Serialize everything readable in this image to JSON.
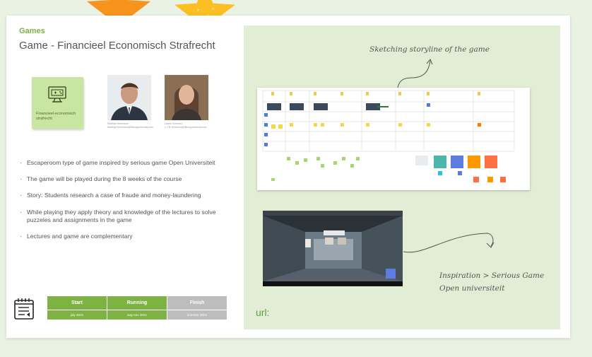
{
  "slide": {
    "section": "Games",
    "title": "Game - Financieel Economisch Strafrecht"
  },
  "sticky_note": {
    "text": "Financieel-economisch strafrecht",
    "icon": "computer-game-icon"
  },
  "people": [
    {
      "name": "Matthijs Nelemans",
      "email": "Matthijs.Nelemans@tilburguniversity.edu"
    },
    {
      "name": "Laurie Schreurs",
      "email": "L.J.M.Schreurs@tilburguniversity.edu"
    }
  ],
  "bullets": [
    "Escaperoom type of game inspired by serious game Open Universiteit",
    "The game will be played during the 8 weeks of the course",
    "Story: Students research a case of fraude and money-laundering",
    "While playing they apply theory and knowledge of the lectures to solve puzzeles and assignments in the game",
    "Lectures and game are complementary"
  ],
  "timeline": {
    "icon": "calendar-list-icon",
    "phases": [
      {
        "label": "Start",
        "date": "july 2021",
        "color": "#7cb342"
      },
      {
        "label": "Running",
        "date": "aug-nov 2021",
        "color": "#7cb342"
      },
      {
        "label": "Finish",
        "date": "summer 2022",
        "color": "#bdbdbd"
      }
    ]
  },
  "annotations": {
    "sketch": "Sketching storyline of the game",
    "inspiration_line1": "Inspiration > Serious Game",
    "inspiration_line2": "Open universiteit"
  },
  "url_label": "url:",
  "colors": {
    "accent_green": "#7cb342",
    "panel_background": "#e2edd5",
    "page_background": "#eaf3e3",
    "star_orange": "#f7941d",
    "star_yellow": "#fbbf24"
  },
  "decorations": [
    "star-icon",
    "star-icon"
  ]
}
